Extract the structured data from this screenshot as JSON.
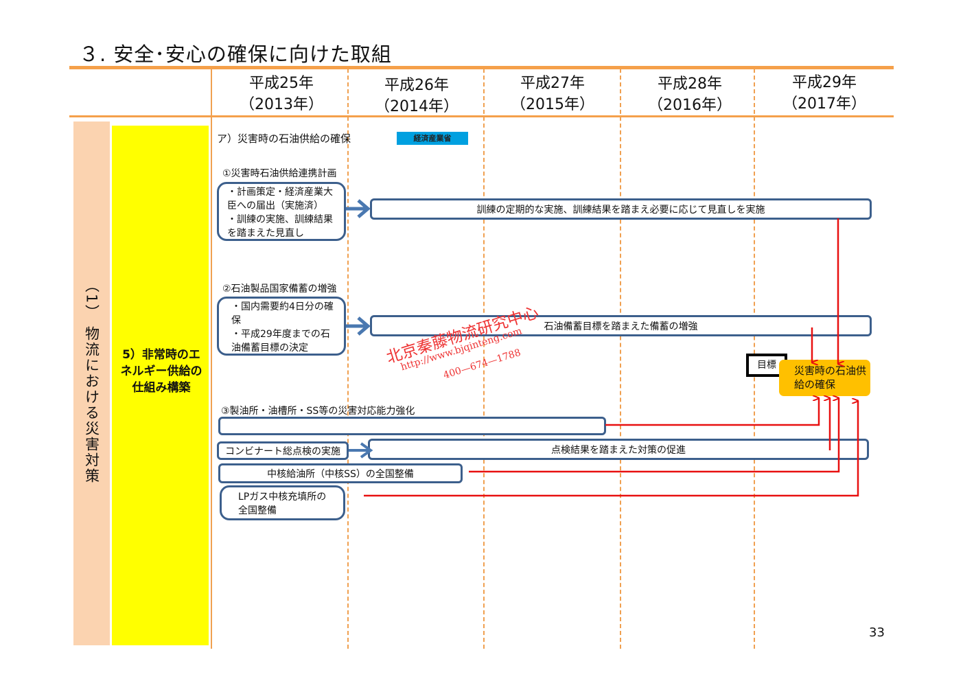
{
  "title": "３. 安全･安心の確保に向けた取組",
  "years": [
    {
      "era": "平成25年",
      "western": "（2013年）"
    },
    {
      "era": "平成26年",
      "western": "（2014年）"
    },
    {
      "era": "平成27年",
      "western": "（2015年）"
    },
    {
      "era": "平成28年",
      "western": "（2016年）"
    },
    {
      "era": "平成29年",
      "western": "（2017年）"
    }
  ],
  "left_category": "（1） 物流における災害対策",
  "sub_category": "5）非常時のエネルギー供給の仕組み構築",
  "section": {
    "title": "ア）災害時の石油供給の確保",
    "ministry": "経済産業省"
  },
  "item1": {
    "title": "①災害時石油供給連携計画",
    "note": "・計画策定・経済産業大臣への届出（実施済）\n・訓練の実施、訓練結果を踏まえた見直し",
    "bar": "訓練の定期的な実施、訓練結果を踏まえ必要に応じて見直しを実施"
  },
  "item2": {
    "title": "②石油製品国家備蓄の増強",
    "note": "・国内需要約4日分の確保\n・平成29年度までの石油備蓄目標の決定",
    "bar": "石油備蓄目標を踏まえた備蓄の増強"
  },
  "item3": {
    "title": "③製油所・油槽所・SS等の災害対応能力強化",
    "bar_empty": "",
    "kombinat": "コンビナート総点検の実施",
    "kombinat_bar": "点検結果を踏まえた対策の促進",
    "core_ss": "中核給油所（中核SS）の全国整備",
    "lp": "LPガス中核充填所の全国整備"
  },
  "goal": {
    "label": "目標",
    "text": "災害時の石油供給の確保"
  },
  "watermark": {
    "line1": "北京秦藤物流研究中心",
    "line2": "http://www.bjqinteng.com",
    "line3": "400—674—1788"
  },
  "page_number": "33",
  "colors": {
    "accent": "#f5a04a",
    "yellow": "#ffff00",
    "pink": "#fbd3b0",
    "blue": "#3c5f8c",
    "goal": "#ffc000",
    "red": "#e81010",
    "ministry": "#00a0e0"
  }
}
